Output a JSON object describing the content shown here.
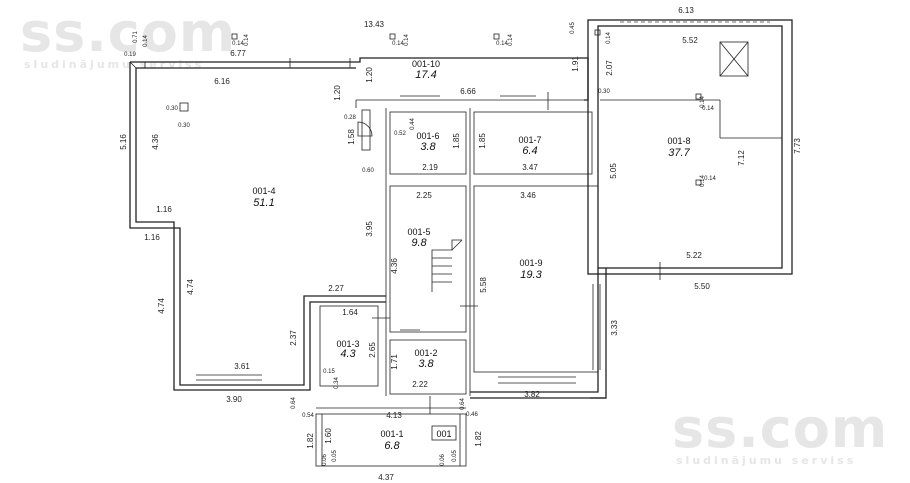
{
  "watermark": {
    "top_left": {
      "brand": "ss.com",
      "tagline": "sludinājumu serviss"
    },
    "bottom_right": {
      "brand": "ss.com",
      "tagline": "sludinājumu serviss"
    }
  },
  "entrance_label": "001",
  "rooms": [
    {
      "id": "001-10",
      "area": "17.4"
    },
    {
      "id": "001-8",
      "area": "37.7"
    },
    {
      "id": "001-4",
      "area": "51.1"
    },
    {
      "id": "001-6",
      "area": "3.8"
    },
    {
      "id": "001-7",
      "area": "6.4"
    },
    {
      "id": "001-5",
      "area": "9.8"
    },
    {
      "id": "001-9",
      "area": "19.3"
    },
    {
      "id": "001-3",
      "area": "4.3"
    },
    {
      "id": "001-2",
      "area": "3.8"
    },
    {
      "id": "001-1",
      "area": "6.8"
    }
  ],
  "dimensions": [
    "13.43",
    "6.13",
    "5.52",
    "0.45",
    "0.71",
    "0.19",
    "6.77",
    "0.14",
    "0.14",
    "0.14",
    "0.14",
    "0.14",
    "0.14",
    "0.14",
    "0.14",
    "1.20",
    "1.91",
    "2.07",
    "0.30",
    "6.16",
    "1.20",
    "6.66",
    "0.30",
    "0.30",
    "0.28",
    "5.16",
    "4.36",
    "1.58",
    "0.52",
    "0.44",
    "1.85",
    "1.85",
    "0.60",
    "2.19",
    "3.47",
    "0.14",
    "0.14",
    "5.05",
    "7.12",
    "7.73",
    "0.14",
    "0.14",
    "2.25",
    "3.46",
    "1.16",
    "1.16",
    "3.95",
    "4.36",
    "5.58",
    "5.22",
    "4.74",
    "4.74",
    "2.27",
    "5.50",
    "1.64",
    "2.37",
    "2.65",
    "3.33",
    "1.71",
    "0.15",
    "0.34",
    "3.61",
    "2.22",
    "3.82",
    "3.90",
    "0.64",
    "0.54",
    "4.13",
    "0.46",
    "1.82",
    "1.60",
    "1.82",
    "0.06",
    "0.05",
    "0.06",
    "0.05",
    "0.64",
    "4.37"
  ]
}
